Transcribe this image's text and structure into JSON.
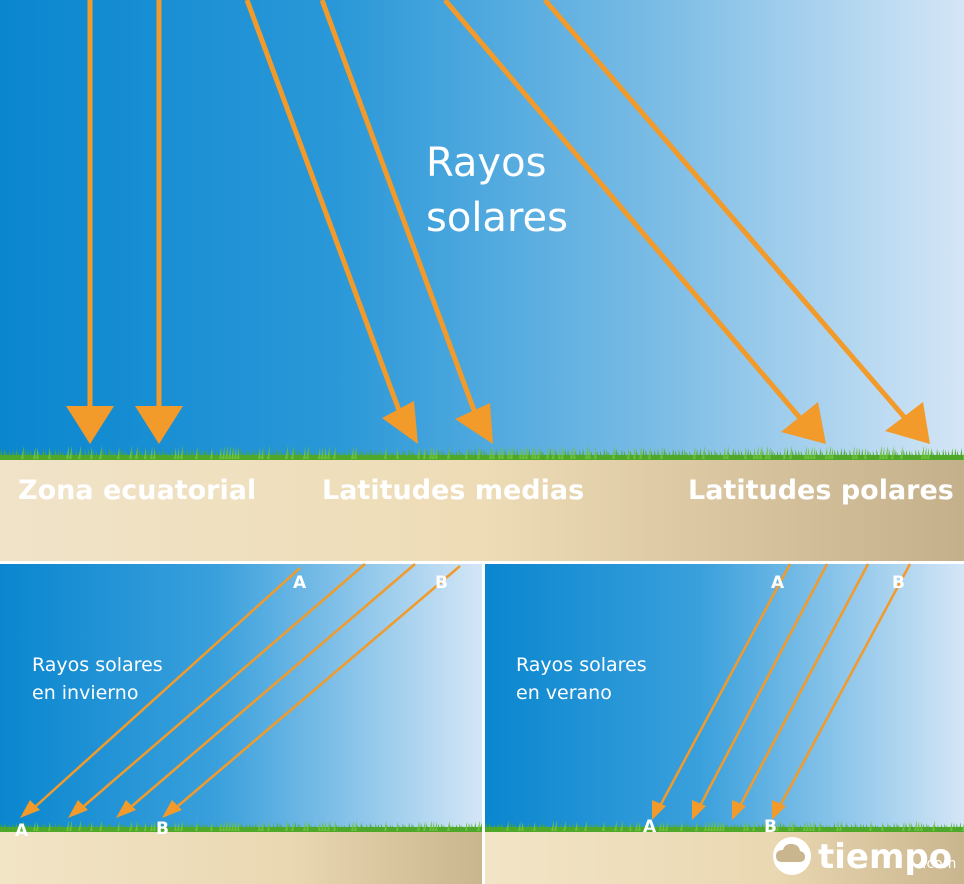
{
  "top_panel": {
    "title_line1": "Rayos",
    "title_line2": "solares",
    "zones": [
      {
        "label": "Zona ecuatorial"
      },
      {
        "label": "Latitudes medias"
      },
      {
        "label": "Latitudes polares"
      }
    ]
  },
  "winter_panel": {
    "caption_line1": "Rayos solares",
    "caption_line2": "en invierno",
    "marker_a": "A",
    "marker_b": "B"
  },
  "summer_panel": {
    "caption_line1": "Rayos solares",
    "caption_line2": "en verano",
    "marker_a": "A",
    "marker_b": "B"
  },
  "logo": {
    "name": "tiempo",
    "suffix": ".com"
  },
  "colors": {
    "sky_dark": "#0a86cf",
    "sky_light": "#d4e6f6",
    "arrow": "#f29a2a",
    "grass": "#4fa82a",
    "ground_light": "#f0e3c8",
    "ground_dark": "#c4b08a"
  }
}
